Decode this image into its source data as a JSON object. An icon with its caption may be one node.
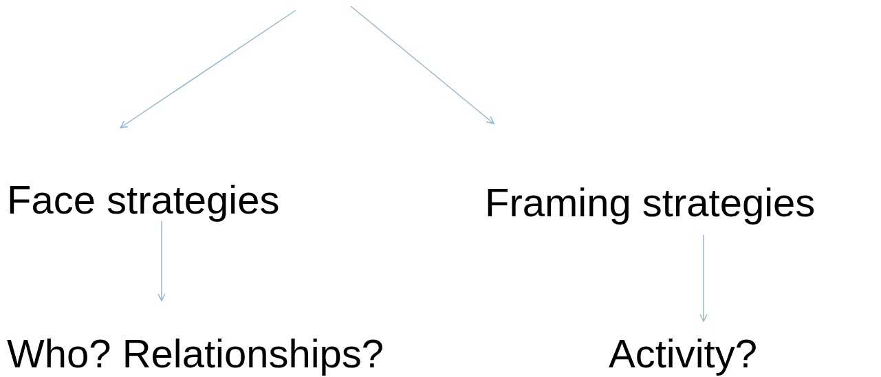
{
  "diagram": {
    "nodes": [
      {
        "text": [
          "Face strategies"
        ]
      },
      {
        "text": [
          "Framing strategies"
        ]
      },
      {
        "text": [
          "Who? Relationships?"
        ]
      },
      {
        "text": [
          "Activity?"
        ]
      }
    ],
    "edges": [
      {
        "from": null,
        "to": 0,
        "arrow": "to"
      },
      {
        "from": null,
        "to": 1,
        "arrow": "to"
      },
      {
        "from": 0,
        "to": 2,
        "arrow": "to"
      },
      {
        "from": 1,
        "to": 3,
        "arrow": "to"
      }
    ]
  }
}
